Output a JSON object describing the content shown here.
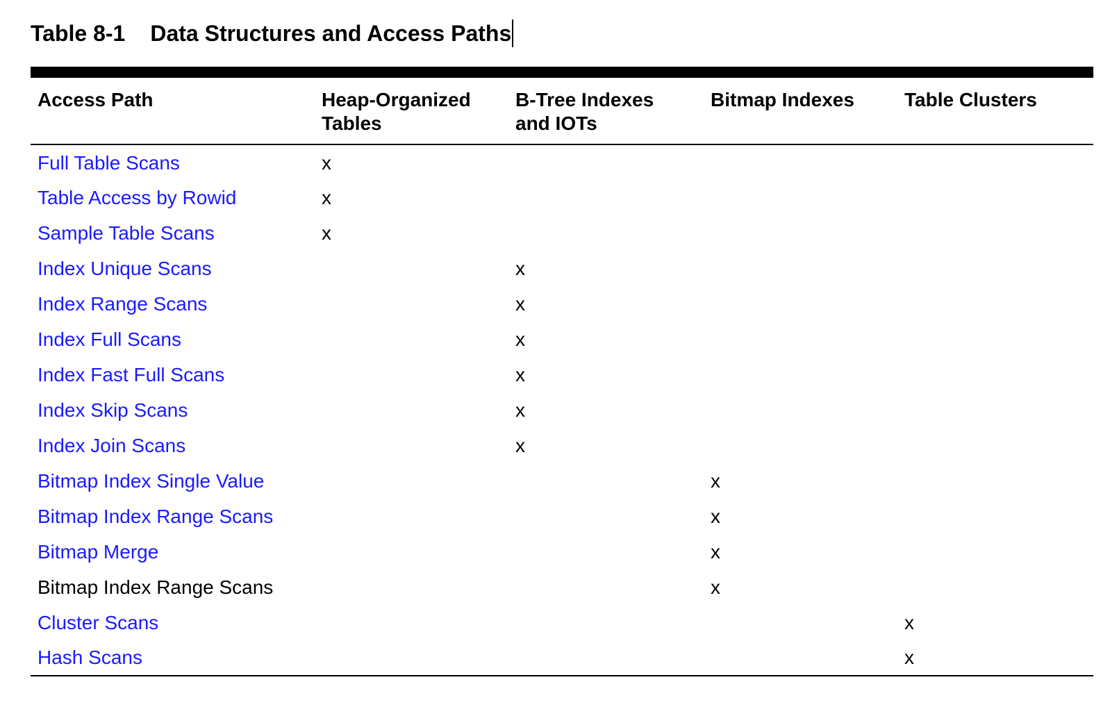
{
  "title": {
    "number": "Table 8-1",
    "text": "Data Structures and Access Paths"
  },
  "columns": [
    "Access Path",
    "Heap-Organized Tables",
    "B-Tree Indexes and IOTs",
    "Bitmap Indexes",
    "Table Clusters"
  ],
  "column_header_lines": [
    [
      "Access Path"
    ],
    [
      "Heap-Organized",
      "Tables"
    ],
    [
      "B-Tree Indexes",
      "and IOTs"
    ],
    [
      "Bitmap Indexes"
    ],
    [
      "Table Clusters"
    ]
  ],
  "mark_symbol": "x",
  "colors": {
    "link": "#1a1aff",
    "text": "#000000"
  },
  "rows": [
    {
      "path": "Full Table Scans",
      "link": true,
      "column": 1
    },
    {
      "path": "Table Access by Rowid",
      "link": true,
      "column": 1
    },
    {
      "path": "Sample Table Scans",
      "link": true,
      "column": 1
    },
    {
      "path": "Index Unique Scans",
      "link": true,
      "column": 2
    },
    {
      "path": "Index Range Scans",
      "link": true,
      "column": 2
    },
    {
      "path": "Index Full Scans",
      "link": true,
      "column": 2
    },
    {
      "path": "Index Fast Full Scans",
      "link": true,
      "column": 2
    },
    {
      "path": "Index Skip Scans",
      "link": true,
      "column": 2
    },
    {
      "path": "Index Join Scans",
      "link": true,
      "column": 2
    },
    {
      "path": "Bitmap Index Single Value",
      "link": true,
      "column": 3
    },
    {
      "path": "Bitmap Index Range Scans",
      "link": true,
      "column": 3
    },
    {
      "path": "Bitmap Merge",
      "link": true,
      "column": 3
    },
    {
      "path": "Bitmap Index Range Scans",
      "link": false,
      "column": 3
    },
    {
      "path": "Cluster Scans",
      "link": true,
      "column": 4
    },
    {
      "path": "Hash Scans",
      "link": true,
      "column": 4
    }
  ]
}
